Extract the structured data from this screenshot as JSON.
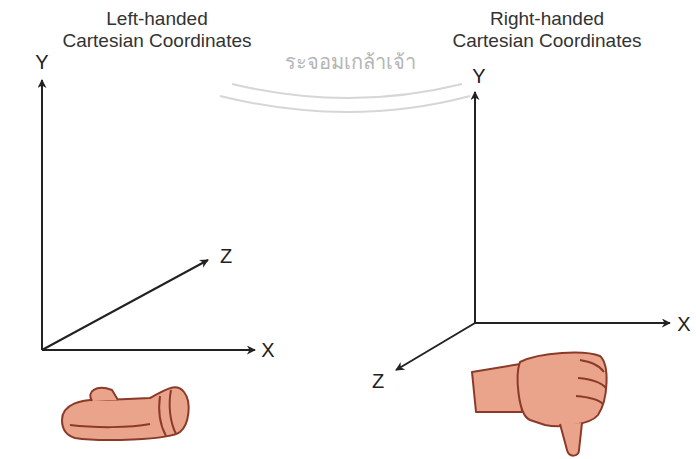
{
  "diagram": {
    "labels": [
      "Left-handed Cartesian Coordinates",
      "Right-handed Cartesian Coordinates",
      "Y",
      "Z",
      "X",
      "Y",
      "X",
      "Z",
      "ระจอมเกล้าเจ้า"
    ]
  }
}
